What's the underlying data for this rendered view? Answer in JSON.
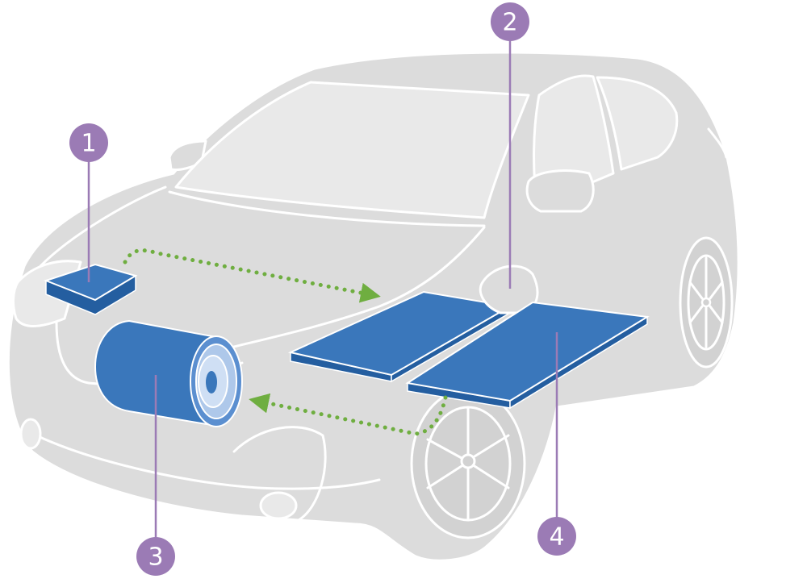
{
  "colors": {
    "car_body": "#dcdcdc",
    "component_blue": "#3a77bb",
    "flow_arrow_green": "#6fae40",
    "callout_purple": "#9b7bb5"
  },
  "callouts": [
    {
      "id": "1",
      "label": "1"
    },
    {
      "id": "2",
      "label": "2"
    },
    {
      "id": "3",
      "label": "3"
    },
    {
      "id": "4",
      "label": "4"
    }
  ]
}
